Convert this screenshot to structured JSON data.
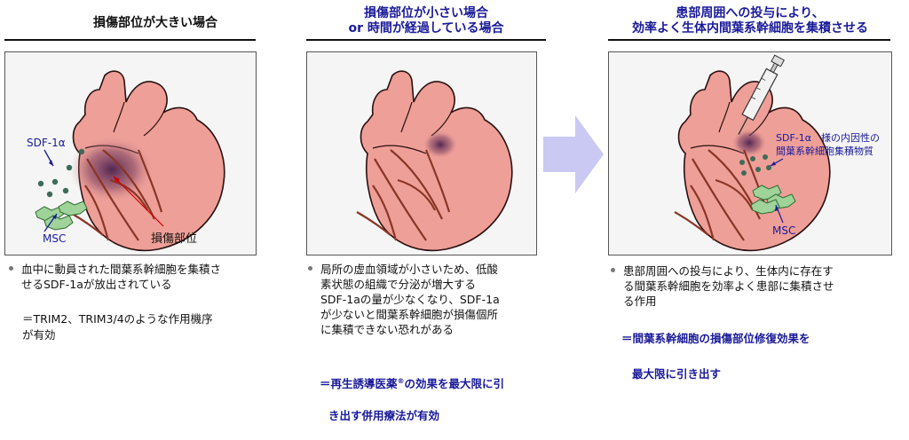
{
  "columns": [
    {
      "heading": "損傷部位が大きい場合",
      "heading_color": "#111111",
      "labels": {
        "sdf": "SDF-1α",
        "msc": "MSC",
        "injury_site": "損傷部位"
      },
      "bullet": "血中に動員された間葉系幹細胞を集積さ\nせるSDF-1aが放出されている",
      "note": "＝TRIM2、TRIM3/4のような作用機序\nが有効"
    },
    {
      "heading": "損傷部位が小さい場合\nor 時間が経過している場合",
      "heading_color": "#1a1a9a",
      "bullet": "局所の虚血領域が小さいため、低酸\n素状態の組織で分泌が増大する\nSDF-1aの量が少なくなり、SDF-1a\nが少ないと間葉系幹細胞が損傷個所\nに集積できない恐れがある",
      "note_line1_before": "＝再生誘導医薬",
      "note_line1_sup": "®",
      "note_line1_after": "の効果を最大限に引",
      "note_line2": "き出す併用療法が有効"
    },
    {
      "heading": "患部周囲への投与により、\n効率よく生体内間葉系幹細胞を集積させる",
      "heading_color": "#1a1a9a",
      "labels": {
        "sdf_line1": "SDF-1α　様の内因性の",
        "sdf_line2": "間葉系幹細胞集積物質",
        "msc": "MSC"
      },
      "bullet": "患部周囲への投与により、生体内に存在す\nる間葉系幹細胞を効率よく患部に集積させ\nる作用",
      "note_line1": "＝間葉系幹細胞の損傷部位修復効果を",
      "note_line2": "最大限に引き出す"
    }
  ],
  "colors": {
    "heart_fill": "#ee9f98",
    "heart_stroke": "#2a1010",
    "vessel": "#8a3526",
    "injury": "#4a2050",
    "dot": "#3e6b58",
    "msc_fill": "#9fd39a",
    "arrow_fill": "#c9c9f3",
    "accent_blue": "#1a1a9a",
    "red_pointer": "#cc0000"
  }
}
